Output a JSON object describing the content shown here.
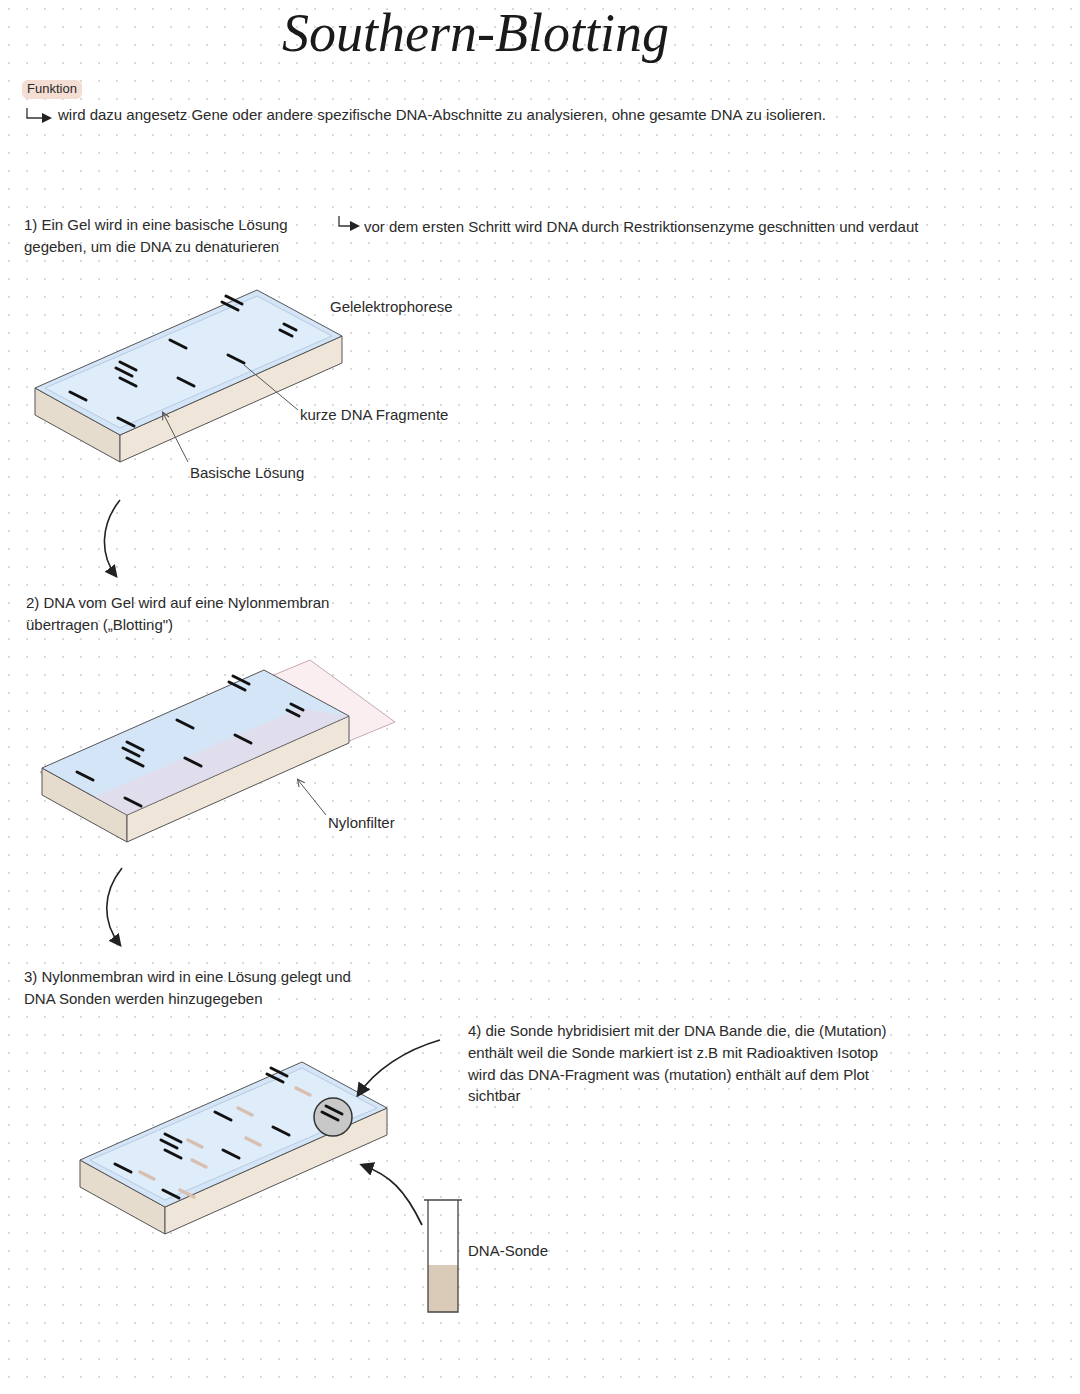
{
  "diagram": {
    "title": "Southern-Blotting",
    "labels": [
      "Funktion",
      "wird dazu angesetz Gene oder andere spezifische DNA-Abschnitte zu analysieren, ohne gesamte DNA zu isolieren.",
      "1) Ein Gel wird in eine basische Lösung gegeben, um die DNA zu denaturieren",
      "vor dem ersten Schritt wird DNA durch Restriktionsenzyme geschnitten und verdaut",
      "Gelelektrophorese",
      "kurze DNA Fragmente",
      "Basische Lösung",
      "2) DNA vom Gel wird auf eine Nylonmembran übertragen („Blotting\")",
      "Nylonfilter",
      "3) Nylonmembran wird in eine Lösung gelegt und DNA Sonden werden hinzugegeben",
      "4) die Sonde hybridisiert mit der DNA Bande die, die (Mutation) enthält weil die Sonde markiert ist z.B mit Radioaktiven Isotop wird das DNA-Fragment was (mutation) enthält auf dem Plot sichtbar",
      "DNA-Sonde"
    ]
  }
}
